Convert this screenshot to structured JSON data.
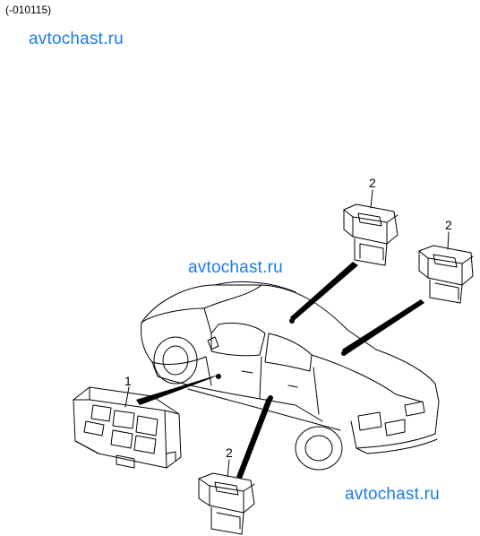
{
  "header": {
    "code": "(-010115)"
  },
  "watermarks": [
    "avtochast.ru",
    "avtochast.ru",
    "avtochast.ru"
  ],
  "callouts": [
    {
      "label": "1",
      "part": "driver-master-switch"
    },
    {
      "label": "2",
      "part": "rear-left-switch"
    },
    {
      "label": "2",
      "part": "rear-right-switch"
    },
    {
      "label": "2",
      "part": "passenger-switch"
    }
  ],
  "colors": {
    "watermark": "#1c7bf0",
    "line": "#000000"
  }
}
